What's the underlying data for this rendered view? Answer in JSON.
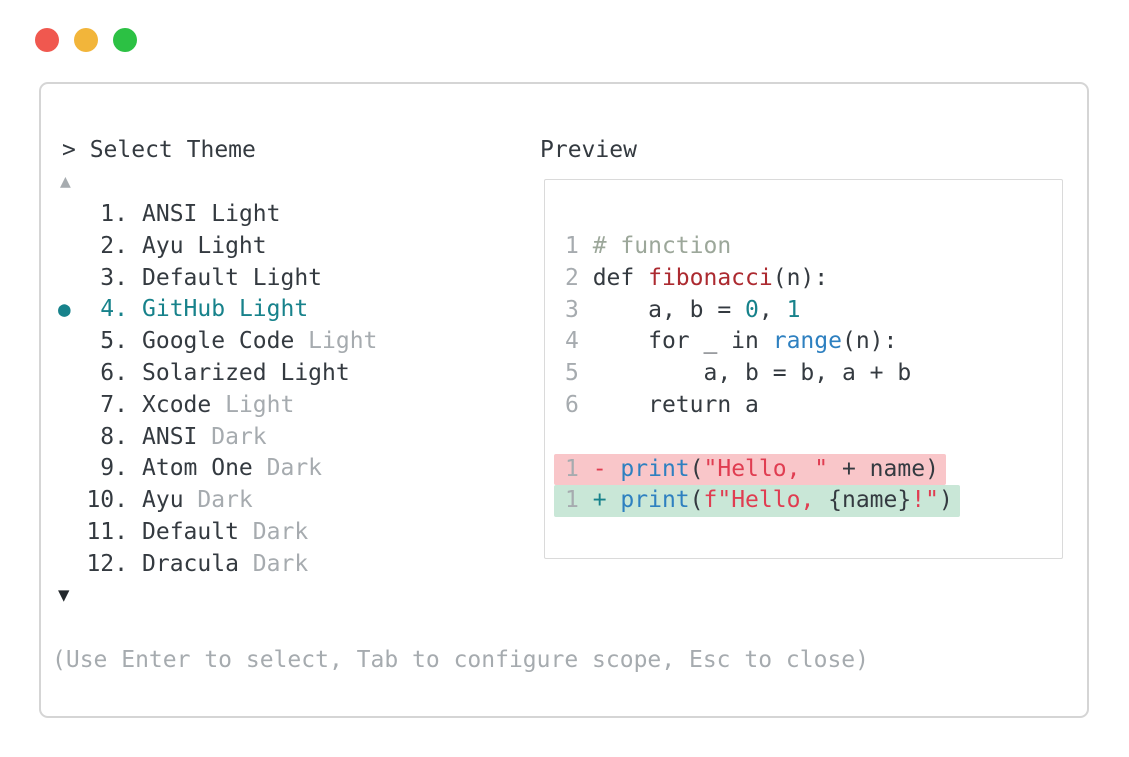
{
  "palette": {
    "dark": "#343a40",
    "gray": "#a6abaf",
    "comment": "#9ca79a",
    "teal": "#17828b",
    "blue": "#2e80c0",
    "fnred": "#ac2a30",
    "strred": "#e03d51",
    "rembg": "#f9c6c9",
    "addbg": "#c9e7d7",
    "border": "#d5d5d5",
    "boxborder": "#dadada",
    "light_red": "#f0584f",
    "light_yellow": "#f2b53a",
    "light_green": "#2cc144"
  },
  "selector": {
    "prompt": "> Select Theme",
    "up_arrow": "▲",
    "down_arrow": "▼",
    "bullet": "●",
    "items": [
      {
        "number": "1.",
        "name": "ANSI",
        "variant": "Light",
        "variant_muted": false,
        "selected": false
      },
      {
        "number": "2.",
        "name": "Ayu",
        "variant": "Light",
        "variant_muted": false,
        "selected": false
      },
      {
        "number": "3.",
        "name": "Default",
        "variant": "Light",
        "variant_muted": false,
        "selected": false
      },
      {
        "number": "4.",
        "name": "GitHub",
        "variant": "Light",
        "variant_muted": false,
        "selected": true
      },
      {
        "number": "5.",
        "name": "Google Code",
        "variant": "Light",
        "variant_muted": true,
        "selected": false
      },
      {
        "number": "6.",
        "name": "Solarized",
        "variant": "Light",
        "variant_muted": false,
        "selected": false
      },
      {
        "number": "7.",
        "name": "Xcode",
        "variant": "Light",
        "variant_muted": true,
        "selected": false
      },
      {
        "number": "8.",
        "name": "ANSI",
        "variant": "Dark",
        "variant_muted": true,
        "selected": false
      },
      {
        "number": "9.",
        "name": "Atom One",
        "variant": "Dark",
        "variant_muted": true,
        "selected": false
      },
      {
        "number": "10.",
        "name": "Ayu",
        "variant": "Dark",
        "variant_muted": true,
        "selected": false
      },
      {
        "number": "11.",
        "name": "Default",
        "variant": "Dark",
        "variant_muted": true,
        "selected": false
      },
      {
        "number": "12.",
        "name": "Dracula",
        "variant": "Dark",
        "variant_muted": true,
        "selected": false
      }
    ],
    "footer": "(Use Enter to select, Tab to configure scope, Esc to close)"
  },
  "preview": {
    "title": "Preview",
    "code_lines": [
      {
        "number": "1",
        "tokens": [
          [
            "com",
            "# function"
          ]
        ]
      },
      {
        "number": "2",
        "tokens": [
          [
            "c",
            "def "
          ],
          [
            "r",
            "fibonacci"
          ],
          [
            "c",
            "(n):"
          ]
        ]
      },
      {
        "number": "3",
        "tokens": [
          [
            "c",
            "    a, b = "
          ],
          [
            "t",
            "0"
          ],
          [
            "c",
            ", "
          ],
          [
            "t",
            "1"
          ]
        ]
      },
      {
        "number": "4",
        "tokens": [
          [
            "c",
            "    for _ in "
          ],
          [
            "b",
            "range"
          ],
          [
            "c",
            "(n):"
          ]
        ]
      },
      {
        "number": "5",
        "tokens": [
          [
            "c",
            "        a, b = b, a + b"
          ]
        ]
      },
      {
        "number": "6",
        "tokens": [
          [
            "c",
            "    return a"
          ]
        ]
      },
      {
        "blank": true
      },
      {
        "number": "1",
        "diff": "removed",
        "sign": "-",
        "tokens": [
          [
            "b",
            "print"
          ],
          [
            "c",
            "("
          ],
          [
            "s",
            "\"Hello, \""
          ],
          [
            "c",
            " + name)"
          ]
        ]
      },
      {
        "number": "1",
        "diff": "added",
        "sign": "+",
        "tokens": [
          [
            "b",
            "print"
          ],
          [
            "c",
            "("
          ],
          [
            "s",
            "f\"Hello, "
          ],
          [
            "c",
            "{name}"
          ],
          [
            "s",
            "!\""
          ],
          [
            "c",
            ")"
          ]
        ]
      }
    ]
  }
}
